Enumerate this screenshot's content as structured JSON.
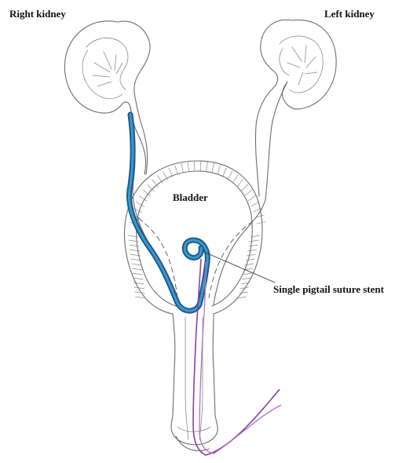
{
  "labels": {
    "right_kidney": "Right kidney",
    "left_kidney": "Left kidney",
    "bladder": "Bladder",
    "stent": "Single pigtail suture stent"
  },
  "colors": {
    "outline": "#6e6e6e",
    "stent_dark": "#1f5a8a",
    "stent_light": "#3a9ad0",
    "suture": "#8a3fa0",
    "suture_light": "#b070c8"
  }
}
